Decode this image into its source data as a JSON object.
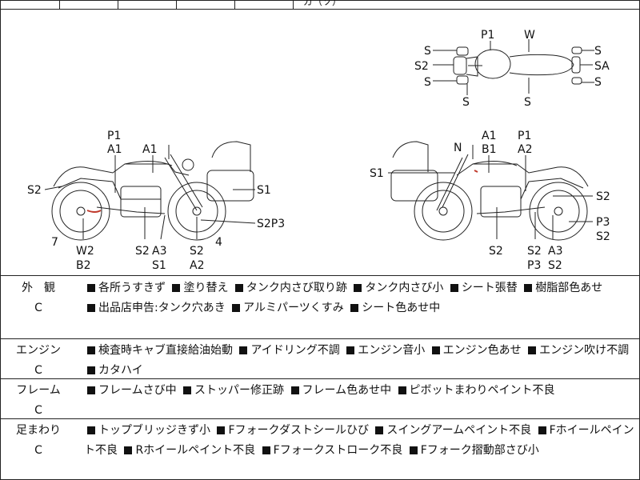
{
  "top_strip": {
    "partial_text": "ガ（ソ）"
  },
  "diagram": {
    "top_view_labels": [
      "P1",
      "W",
      "S",
      "S2",
      "S",
      "S",
      "S",
      "S",
      "SA",
      "S"
    ],
    "left_side_labels": [
      "P1",
      "A1",
      "A1",
      "S2",
      "S1",
      "S2P3",
      "7",
      "4",
      "W2",
      "B2",
      "S2",
      "A3",
      "S1",
      "S2",
      "A2"
    ],
    "right_side_labels": [
      "A1",
      "B1",
      "P1",
      "A2",
      "N",
      "S1",
      "S2",
      "P3",
      "S2",
      "S2",
      "S2",
      "A3",
      "P3",
      "S2"
    ]
  },
  "sections": [
    {
      "id": "appearance",
      "title": "外　観",
      "grade": "C",
      "items": [
        "各所うすきず",
        "塗り替え",
        "タンク内さび取り跡",
        "タンク内さび小",
        "シート張替",
        "樹脂部色あせ",
        "出品店申告:タンク穴あき",
        "アルミパーツくすみ",
        "シート色あせ中"
      ]
    },
    {
      "id": "engine",
      "title": "エンジン",
      "grade": "C",
      "items": [
        "検査時キャブ直接給油始動",
        "アイドリング不調",
        "エンジン音小",
        "エンジン色あせ",
        "エンジン吹け不調",
        "カタハイ"
      ]
    },
    {
      "id": "frame",
      "title": "フレーム",
      "grade": "C",
      "items": [
        "フレームさび中",
        "ストッパー修正跡",
        "フレーム色あせ中",
        "ピボットまわりペイント不良"
      ]
    },
    {
      "id": "suspension",
      "title": "足まわり",
      "grade": "C",
      "items": [
        "トップブリッジきず小",
        "Fフォークダストシールひび",
        "スイングアームペイント不良",
        "Fホイールペイント不良",
        "Rホイールペイント不良",
        "Fフォークストローク不良",
        "Fフォーク摺動部さび小"
      ]
    }
  ]
}
